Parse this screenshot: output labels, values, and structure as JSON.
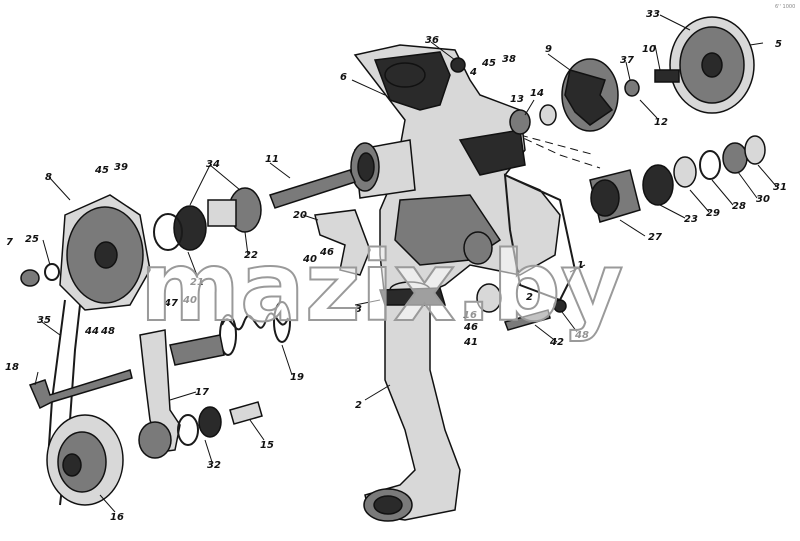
{
  "watermark": "mazix.by",
  "corner_mark": "6'' 1000",
  "callouts": [
    {
      "id": "c1",
      "text": "1"
    },
    {
      "id": "c2",
      "text": "2"
    },
    {
      "id": "c2b",
      "text": "2"
    },
    {
      "id": "c3",
      "text": "3"
    },
    {
      "id": "c4",
      "text": "4"
    },
    {
      "id": "c5",
      "text": "5"
    },
    {
      "id": "c6",
      "text": "6"
    },
    {
      "id": "c7",
      "text": "7"
    },
    {
      "id": "c8",
      "text": "8"
    },
    {
      "id": "c9",
      "text": "9"
    },
    {
      "id": "c10",
      "text": "10"
    },
    {
      "id": "c11",
      "text": "11"
    },
    {
      "id": "c12",
      "text": "12"
    },
    {
      "id": "c13",
      "text": "13"
    },
    {
      "id": "c14",
      "text": "14"
    },
    {
      "id": "c15",
      "text": "15"
    },
    {
      "id": "c16",
      "text": "16"
    },
    {
      "id": "c16b",
      "text": "16"
    },
    {
      "id": "c17",
      "text": "17"
    },
    {
      "id": "c18",
      "text": "18"
    },
    {
      "id": "c19",
      "text": "19"
    },
    {
      "id": "c20",
      "text": "20"
    },
    {
      "id": "c21",
      "text": "21"
    },
    {
      "id": "c22",
      "text": "22"
    },
    {
      "id": "c23",
      "text": "23"
    },
    {
      "id": "c25",
      "text": "25"
    },
    {
      "id": "c27",
      "text": "27"
    },
    {
      "id": "c28",
      "text": "28"
    },
    {
      "id": "c29",
      "text": "29"
    },
    {
      "id": "c30",
      "text": "30"
    },
    {
      "id": "c31",
      "text": "31"
    },
    {
      "id": "c32",
      "text": "32"
    },
    {
      "id": "c33",
      "text": "33"
    },
    {
      "id": "c34",
      "text": "34"
    },
    {
      "id": "c35",
      "text": "35"
    },
    {
      "id": "c36",
      "text": "36"
    },
    {
      "id": "c37",
      "text": "37"
    },
    {
      "id": "c38",
      "text": "38"
    },
    {
      "id": "c39",
      "text": "39"
    },
    {
      "id": "c40",
      "text": "40"
    },
    {
      "id": "c40b",
      "text": "40"
    },
    {
      "id": "c41",
      "text": "41"
    },
    {
      "id": "c42",
      "text": "42"
    },
    {
      "id": "c44",
      "text": "44"
    },
    {
      "id": "c45",
      "text": "45"
    },
    {
      "id": "c45b",
      "text": "45"
    },
    {
      "id": "c46",
      "text": "46"
    },
    {
      "id": "c46b",
      "text": "46"
    },
    {
      "id": "c47",
      "text": "47"
    },
    {
      "id": "c48",
      "text": "48"
    },
    {
      "id": "c48b",
      "text": "48"
    }
  ]
}
